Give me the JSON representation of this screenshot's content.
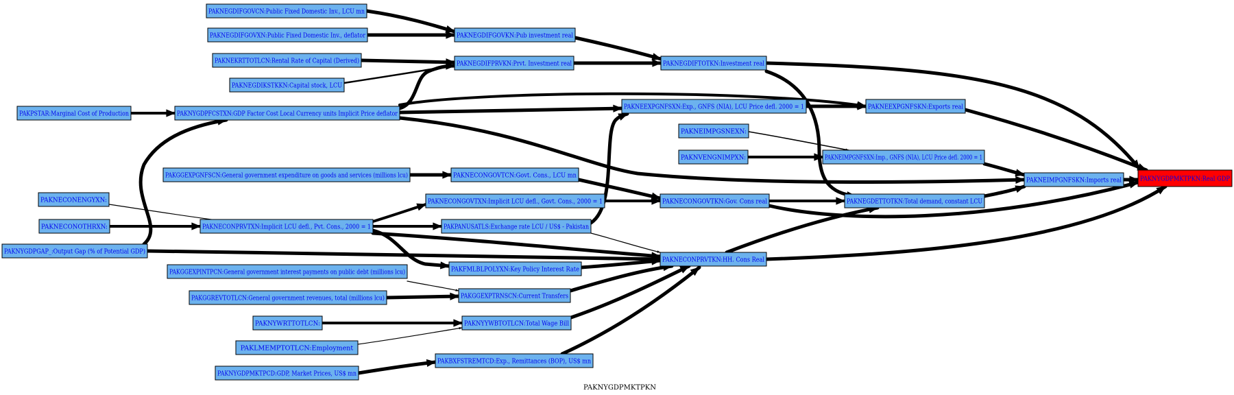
{
  "graph": {
    "label": "PAKNYGDPMKTPKN",
    "colors": {
      "node_fill": "#6cb2ee",
      "target_fill": "#ff0000",
      "edge": "#000000",
      "text": "#0000ee",
      "target_text": "#0000cc"
    },
    "nodes": [
      {
        "id": "n1",
        "label": "PAKNEGDIFGOVCN:Public Fixed Domestic Inv., LCU mn"
      },
      {
        "id": "n2",
        "label": "PAKNEGDIFGOVXN:Public Fixed Domestic Inv., deflator"
      },
      {
        "id": "n3",
        "label": "PAKNEKRTTOTLCN:Rental Rate of Capital (Derived)"
      },
      {
        "id": "n4",
        "label": "PAKNEGDIKSTKKN:Capital stock, LCU"
      },
      {
        "id": "n5",
        "label": "PAKPSTAR:Marginal Cost of Production"
      },
      {
        "id": "n6",
        "label": "PAKNYGDPFCSTXN:GDP Factor Cost Local Currency units Implicit Price deflator"
      },
      {
        "id": "n7",
        "label": "PAKGGEXPGNFSCN:General government expenditure on goods and services (millions lcu)"
      },
      {
        "id": "n8",
        "label": "PAKNECONENGYXN:"
      },
      {
        "id": "n9",
        "label": "PAKNECONOTHRXN:"
      },
      {
        "id": "n10",
        "label": "PAKNYGDPGAP_:Output Gap (% of Potential GDP)"
      },
      {
        "id": "n11",
        "label": "PAKGGEXPINTPCN:General government interest payments on public debt (millions lcu)"
      },
      {
        "id": "n12",
        "label": "PAKGGREVTOTLCN:General government revenues, total (millions lcu)"
      },
      {
        "id": "n13",
        "label": "PAKNYWRTTOTLCN:"
      },
      {
        "id": "n14",
        "label": "PAKLMEMPTOTLCN:Employment"
      },
      {
        "id": "n15",
        "label": "PAKNYGDPMKTPCD:GDP, Market Prices, US$ mn"
      },
      {
        "id": "n16",
        "label": "PAKNEGDIFGOVKN:Pub investment real"
      },
      {
        "id": "n17",
        "label": "PAKNEGDIFPRVKN:Prvt. Investment real"
      },
      {
        "id": "n18",
        "label": "PAKNECONGOVTCN:Govt. Cons., LCU mn"
      },
      {
        "id": "n19",
        "label": "PAKNECONPRVTXN:Implicit LCU defl., Pvt. Cons., 2000 = 1"
      },
      {
        "id": "n20",
        "label": "PAKNECONGOVTXN:Implicit LCU defl., Govt. Cons., 2000 = 1"
      },
      {
        "id": "n21",
        "label": "PAKPANUSATLS:Exchange rate LCU / US$ - Pakistan"
      },
      {
        "id": "n22",
        "label": "PAKFMLBLPOLYXN:Key Policy Interest Rate"
      },
      {
        "id": "n23",
        "label": "PAKGGEXPTRNSCN:Current Transfers"
      },
      {
        "id": "n24",
        "label": "PAKNYYWBTOTLCN:Total Wage Bill"
      },
      {
        "id": "n25",
        "label": "PAKBXFSTREMTCD:Exp., Remittances (BOP), US$ mn"
      },
      {
        "id": "n26",
        "label": "PAKNEGDIFTOTKN:Investment real"
      },
      {
        "id": "n27",
        "label": "PAKNEEXPGNFSXN:Exp., GNFS (NIA), LCU Price defl. 2000 = 1"
      },
      {
        "id": "n28",
        "label": "PAKNEIMPGSNEXN:"
      },
      {
        "id": "n29",
        "label": "PAKNVENGNIMPXN:"
      },
      {
        "id": "n30",
        "label": "PAKNECONGOVTKN:Gov. Cons real"
      },
      {
        "id": "n31",
        "label": "PAKNECONPRVTKN:HH. Cons Real"
      },
      {
        "id": "n32",
        "label": "PAKNEEXPGNFSKN:Exports real"
      },
      {
        "id": "n33",
        "label": "PAKNEIMPGNFSXN:Imp., GNFS (NIA), LCU Price defl. 2000 = 1"
      },
      {
        "id": "n34",
        "label": "PAKNEGDETTOTKN:Total demand, constant LCU"
      },
      {
        "id": "n35",
        "label": "PAKNEIMPGNFSKN:Imports real"
      },
      {
        "id": "n36",
        "label": "PAKNYGDPMKTPKN:Real GDP"
      }
    ],
    "edges": [
      [
        "n1",
        "n16"
      ],
      [
        "n2",
        "n16"
      ],
      [
        "n3",
        "n17"
      ],
      [
        "n4",
        "n17"
      ],
      [
        "n5",
        "n6"
      ],
      [
        "n6",
        "n17"
      ],
      [
        "n6",
        "n32"
      ],
      [
        "n6",
        "n27"
      ],
      [
        "n6",
        "n35"
      ],
      [
        "n16",
        "n26"
      ],
      [
        "n17",
        "n26"
      ],
      [
        "n26",
        "n36"
      ],
      [
        "n26",
        "n34"
      ],
      [
        "n27",
        "n32"
      ],
      [
        "n32",
        "n36"
      ],
      [
        "n28",
        "n33"
      ],
      [
        "n29",
        "n33"
      ],
      [
        "n33",
        "n35"
      ],
      [
        "n35",
        "n36"
      ],
      [
        "n34",
        "n35"
      ],
      [
        "n7",
        "n18"
      ],
      [
        "n18",
        "n30"
      ],
      [
        "n20",
        "n30"
      ],
      [
        "n30",
        "n34"
      ],
      [
        "n30",
        "n36"
      ],
      [
        "n8",
        "n19"
      ],
      [
        "n9",
        "n19"
      ],
      [
        "n10",
        "n19"
      ],
      [
        "n10",
        "n6"
      ],
      [
        "n10",
        "n31"
      ],
      [
        "n19",
        "n20"
      ],
      [
        "n19",
        "n21"
      ],
      [
        "n19",
        "n22"
      ],
      [
        "n19",
        "n31"
      ],
      [
        "n21",
        "n27"
      ],
      [
        "n21",
        "n31"
      ],
      [
        "n22",
        "n31"
      ],
      [
        "n11",
        "n23"
      ],
      [
        "n12",
        "n23"
      ],
      [
        "n23",
        "n31"
      ],
      [
        "n13",
        "n24"
      ],
      [
        "n14",
        "n24"
      ],
      [
        "n24",
        "n31"
      ],
      [
        "n15",
        "n25"
      ],
      [
        "n25",
        "n31"
      ],
      [
        "n31",
        "n34"
      ],
      [
        "n31",
        "n36"
      ]
    ]
  }
}
